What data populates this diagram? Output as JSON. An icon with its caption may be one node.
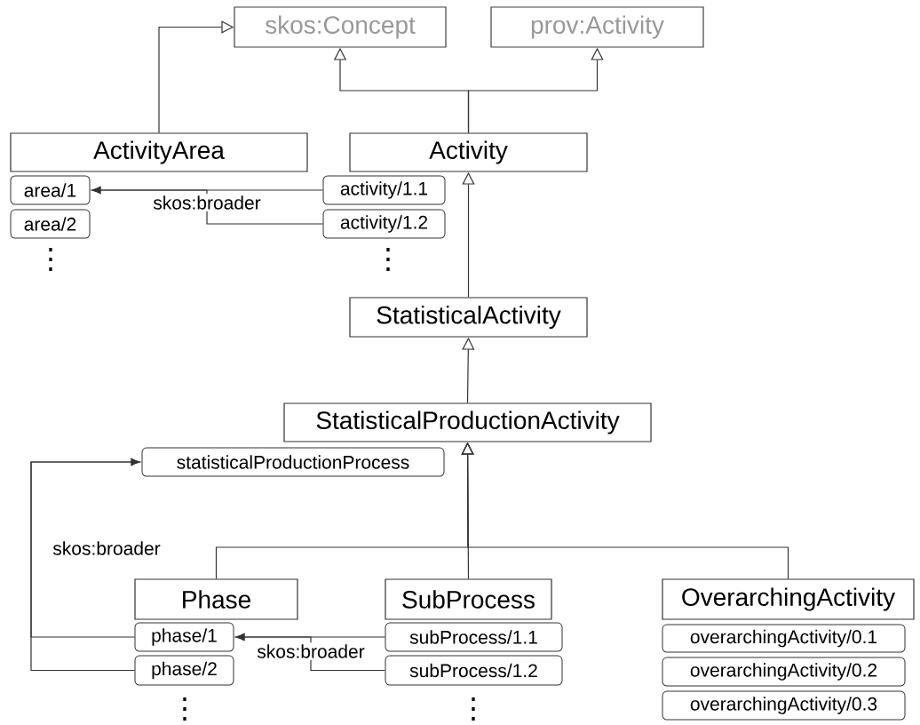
{
  "diagram": {
    "nodes": [
      {
        "text": [
          "skos:Concept"
        ]
      },
      {
        "text": [
          "prov:Activity"
        ]
      },
      {
        "text": [
          "ActivityArea"
        ]
      },
      {
        "text": [
          "area/1"
        ]
      },
      {
        "text": [
          "area/2"
        ]
      },
      {
        "text": [
          "Activity"
        ]
      },
      {
        "text": [
          "activity/1.1"
        ]
      },
      {
        "text": [
          "activity/1.2"
        ]
      },
      {
        "text": [
          "StatisticalActivity"
        ]
      },
      {
        "text": [
          "StatisticalProductionActivity"
        ]
      },
      {
        "text": [
          "statisticalProductionProcess"
        ]
      },
      {
        "text": [
          "Phase"
        ]
      },
      {
        "text": [
          "phase/1"
        ]
      },
      {
        "text": [
          "phase/2"
        ]
      },
      {
        "text": [
          "SubProcess"
        ]
      },
      {
        "text": [
          "subProcess/1.1"
        ]
      },
      {
        "text": [
          "subProcess/1.2"
        ]
      },
      {
        "text": [
          "OverarchingActivity"
        ]
      },
      {
        "text": [
          "overarchingActivity/0.1"
        ]
      },
      {
        "text": [
          "overarchingActivity/0.2"
        ]
      },
      {
        "text": [
          "overarchingActivity/0.3"
        ]
      }
    ],
    "edges": [
      {
        "from": 2,
        "to": 0,
        "arrow": "to"
      },
      {
        "from": 5,
        "to": 0,
        "arrow": "to"
      },
      {
        "from": 5,
        "to": 1,
        "arrow": "to"
      },
      {
        "from": 8,
        "to": 5,
        "arrow": "to"
      },
      {
        "from": 9,
        "to": 8,
        "arrow": "to"
      },
      {
        "from": 11,
        "to": 9,
        "arrow": "to"
      },
      {
        "from": 14,
        "to": 9,
        "arrow": "to"
      },
      {
        "from": 17,
        "to": 9,
        "arrow": "to"
      },
      {
        "from": 6,
        "to": 3,
        "arrow": "to",
        "label": "skos:broader"
      },
      {
        "from": 7,
        "to": 3,
        "arrow": "to"
      },
      {
        "from": 12,
        "to": 10,
        "arrow": "to",
        "label": "skos:broader"
      },
      {
        "from": 13,
        "to": 10,
        "arrow": "to"
      },
      {
        "from": 15,
        "to": 12,
        "arrow": "to",
        "label": "skos:broader"
      },
      {
        "from": 16,
        "to": 12,
        "arrow": "to"
      }
    ],
    "labels": [
      "⋮",
      "⋮",
      "⋮",
      "⋮"
    ]
  }
}
